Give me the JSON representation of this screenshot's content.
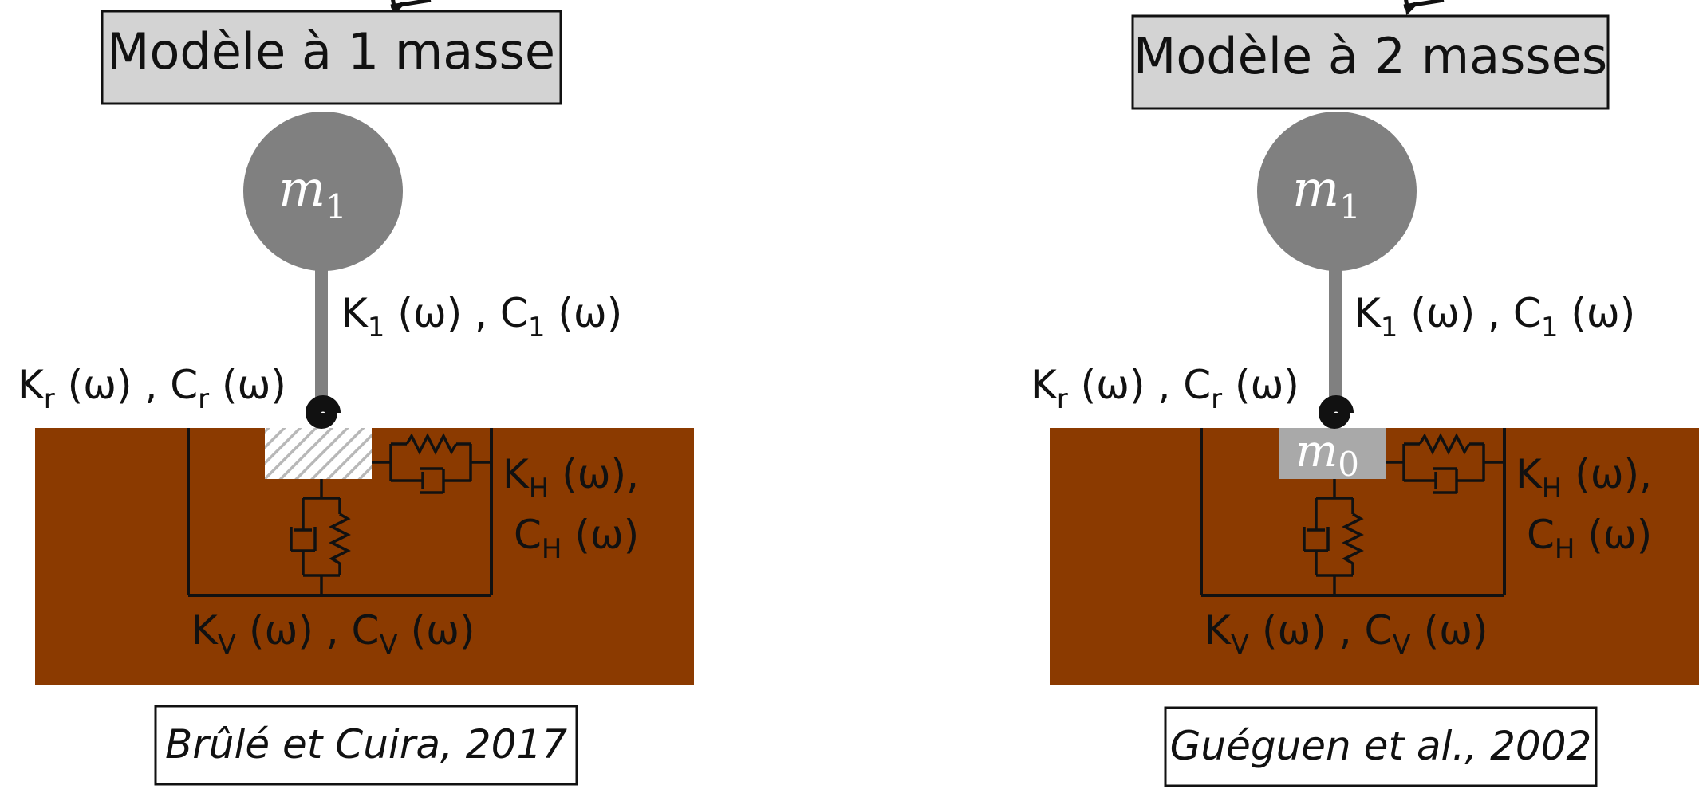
{
  "models": [
    {
      "title": "Modèle à 1 masse",
      "top_mass": {
        "symbol": "m",
        "index": "1"
      },
      "base_mass": null,
      "foundation_style": "hatched",
      "labels": {
        "k1": {
          "k": "K",
          "k_sub": "1",
          "arg": " (ω) , ",
          "c": "C",
          "c_sub": "1",
          "arg2": " (ω)"
        },
        "kr": {
          "k": "K",
          "k_sub": "r",
          "arg": " (ω) , ",
          "c": "C",
          "c_sub": "r",
          "arg2": " (ω)"
        },
        "kh1": {
          "k": "K",
          "k_sub": "H",
          "arg": " (ω),"
        },
        "kh2": {
          "c": "C",
          "c_sub": "H",
          "arg": " (ω)"
        },
        "kv": {
          "k": "K",
          "k_sub": "V",
          "arg": " (ω) , ",
          "c": "C",
          "c_sub": "V",
          "arg2": " (ω)"
        }
      },
      "reference": "Brûlé et Cuira, 2017"
    },
    {
      "title": "Modèle à 2 masses",
      "top_mass": {
        "symbol": "m",
        "index": "1"
      },
      "base_mass": {
        "symbol": "m",
        "index": "0"
      },
      "foundation_style": "solid",
      "labels": {
        "k1": {
          "k": "K",
          "k_sub": "1",
          "arg": " (ω) , ",
          "c": "C",
          "c_sub": "1",
          "arg2": " (ω)"
        },
        "kr": {
          "k": "K",
          "k_sub": "r",
          "arg": " (ω) , ",
          "c": "C",
          "c_sub": "r",
          "arg2": " (ω)"
        },
        "kh1": {
          "k": "K",
          "k_sub": "H",
          "arg": " (ω),"
        },
        "kh2": {
          "c": "C",
          "c_sub": "H",
          "arg": " (ω)"
        },
        "kv": {
          "k": "K",
          "k_sub": "V",
          "arg": " (ω) , ",
          "c": "C",
          "c_sub": "V",
          "arg2": " (ω)"
        }
      },
      "reference": "Guéguen et al., 2002"
    }
  ],
  "colors": {
    "soil": "#8B3A00",
    "mass": "#808080",
    "title_box": "#d3d3d3",
    "foundation": "#a9a9a9",
    "line": "#111111"
  }
}
